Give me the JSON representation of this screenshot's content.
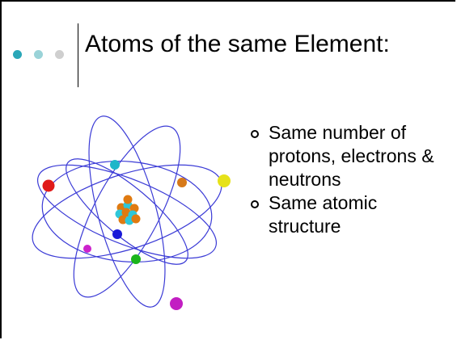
{
  "slide": {
    "title": "Atoms of the same Element:",
    "bullets": [
      {
        "text": "Same number of protons, electrons & neutrons"
      },
      {
        "text": "Same atomic structure"
      }
    ]
  },
  "decoration": {
    "dots": [
      "#2aa7b8",
      "#9ad3d8",
      "#cfcfcf"
    ]
  },
  "colors": {
    "orbit": "#3b3bd6",
    "proton": "#e07a10",
    "neutron": "#2ec7d9",
    "electrons": [
      "#e01a1a",
      "#1fb6c9",
      "#d6791a",
      "#e6e21a",
      "#1a1ad8",
      "#cc22cc",
      "#1bb51b",
      "#c21ec2"
    ]
  },
  "icons": {
    "atom": "atom-illustration-icon",
    "bullet": "hollow-circle-bullet-icon"
  }
}
